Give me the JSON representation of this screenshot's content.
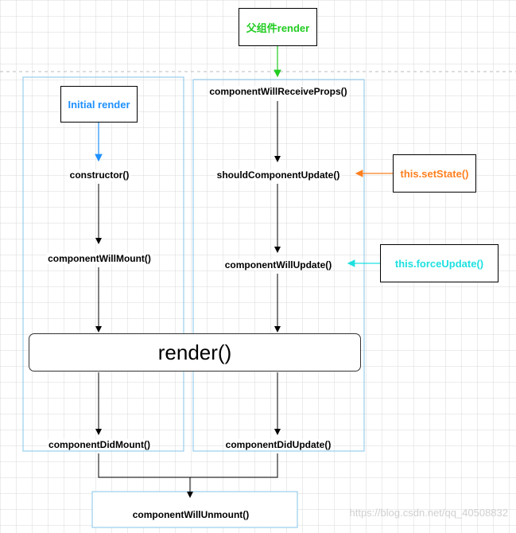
{
  "boxes": {
    "parent_render": "父组件render",
    "initial_render": "Initial render",
    "set_state": "this.setState()",
    "force_update": "this.forceUpdate()",
    "render": "render()"
  },
  "lifecycle": {
    "constructor": "constructor()",
    "will_mount": "componentWillMount()",
    "did_mount": "componentDidMount()",
    "will_receive_props": "componentWillReceiveProps()",
    "should_update": "shouldComponentUpdate()",
    "will_update": "componentWillUpdate()",
    "did_update": "componentDidUpdate()",
    "will_unmount": "componentWillUnmount()"
  },
  "watermark": "https://blog.csdn.net/qq_40508832",
  "colors": {
    "parent_render": "#22cc22",
    "initial_render": "#1e90ff",
    "set_state": "#ff7f1e",
    "force_update": "#1ee0e0",
    "frame": "#86c5e8"
  }
}
